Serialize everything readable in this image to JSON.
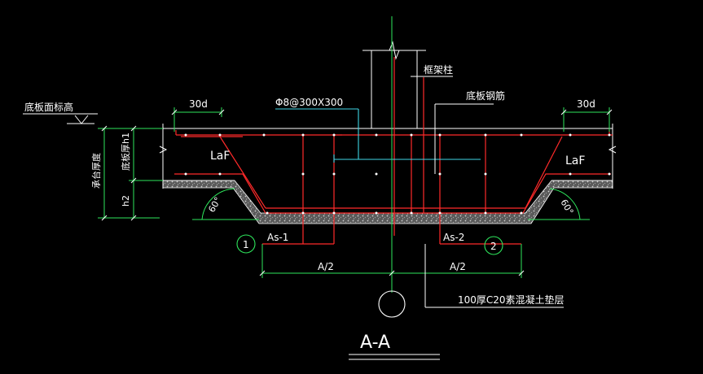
{
  "labels": {
    "bottom_elevation": "底板面标高",
    "cap_thickness": "承台厚度",
    "slab_thickness": "底板厚h1",
    "h2": "h2",
    "anchor_left": "30d",
    "anchor_right": "30d",
    "laf_left": "LaF",
    "laf_right": "LaF",
    "stirrup": "Φ8@300X300",
    "frame_column": "框架柱",
    "slab_rebar": "底板钢筋",
    "angle_left": "60°",
    "angle_right": "60°",
    "marker_1": "1",
    "marker_2": "2",
    "as1": "As-1",
    "as2": "As-2",
    "half_a_left": "A/2",
    "half_a_right": "A/2",
    "cushion": "100厚C20素混凝土垫层",
    "section_title": "A-A"
  },
  "colors": {
    "background": "#000000",
    "outline": "#ffffff",
    "rebar": "#ff2a2a",
    "stirrup": "#3fd6e6",
    "dimension": "#2ee65c",
    "leader": "#ffffff"
  }
}
